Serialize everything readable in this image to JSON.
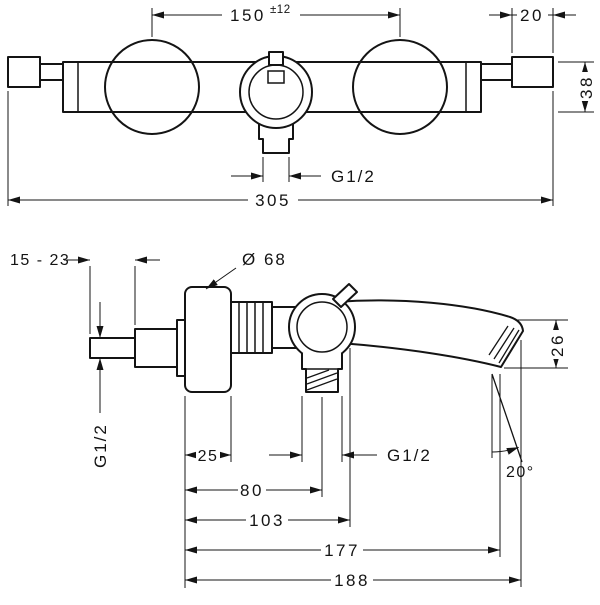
{
  "front_view": {
    "center_distance": "150",
    "center_distance_tolerance": "±12",
    "wall_union_width": "20",
    "body_height": "38",
    "spout_thread": "G1/2",
    "overall_width": "305"
  },
  "side_view": {
    "wall_clearance_range": "15 - 23",
    "escutcheon_diameter": "Ø 68",
    "supply_thread": "G1/2",
    "escutcheon_depth": "25",
    "handle_projection": "80",
    "outlet_projection": "103",
    "outlet_thread": "G1/2",
    "spout_outlet_projection": "177",
    "total_projection": "188",
    "spout_end_drop": "26",
    "spout_angle": "20°"
  }
}
